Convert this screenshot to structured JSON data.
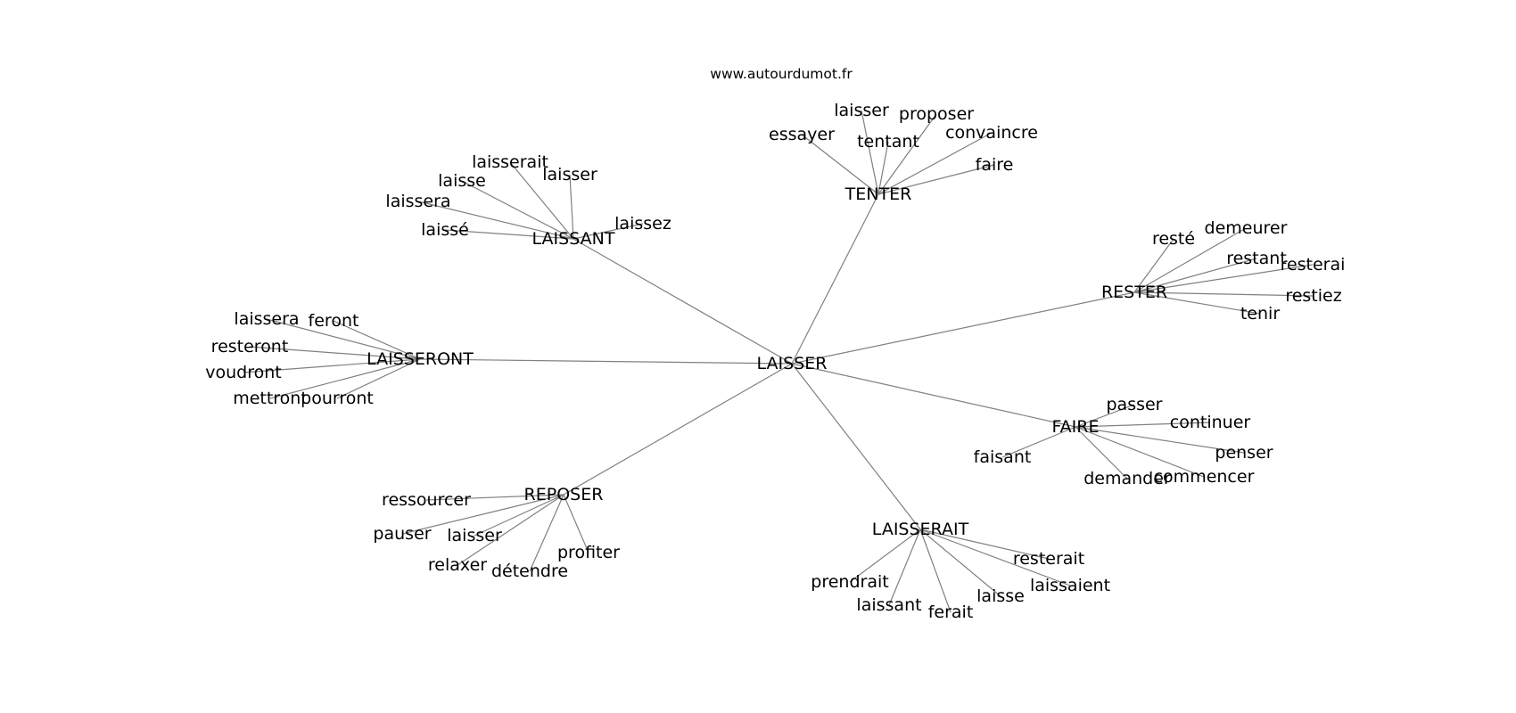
{
  "credit": "www.autourdumot.fr",
  "center": {
    "id": "c",
    "label": "LAISSER"
  },
  "hubs": [
    {
      "id": "h-tenter",
      "label": "TENTER",
      "leaves": [
        "laisser",
        "proposer",
        "essayer",
        "tentant",
        "convaincre",
        "faire"
      ]
    },
    {
      "id": "h-laissant",
      "label": "LAISSANT",
      "leaves": [
        "laisserait",
        "laisse",
        "laisser",
        "laissera",
        "laissez",
        "laissé"
      ]
    },
    {
      "id": "h-rester",
      "label": "RESTER",
      "leaves": [
        "resté",
        "demeurer",
        "restant",
        "resterai",
        "restiez",
        "tenir"
      ]
    },
    {
      "id": "h-laisseront",
      "label": "LAISSERONT",
      "leaves": [
        "laissera",
        "feront",
        "resteront",
        "voudront",
        "mettront",
        "pourront"
      ]
    },
    {
      "id": "h-faire",
      "label": "FAIRE",
      "leaves": [
        "passer",
        "continuer",
        "faisant",
        "penser",
        "demander",
        "commencer"
      ]
    },
    {
      "id": "h-reposer",
      "label": "REPOSER",
      "leaves": [
        "ressourcer",
        "pauser",
        "laisser",
        "profiter",
        "relaxer",
        "détendre"
      ]
    },
    {
      "id": "h-laisserait",
      "label": "LAISSERAIT",
      "leaves": [
        "resterait",
        "prendrait",
        "laissaient",
        "laisse",
        "laissant",
        "ferait"
      ]
    }
  ]
}
